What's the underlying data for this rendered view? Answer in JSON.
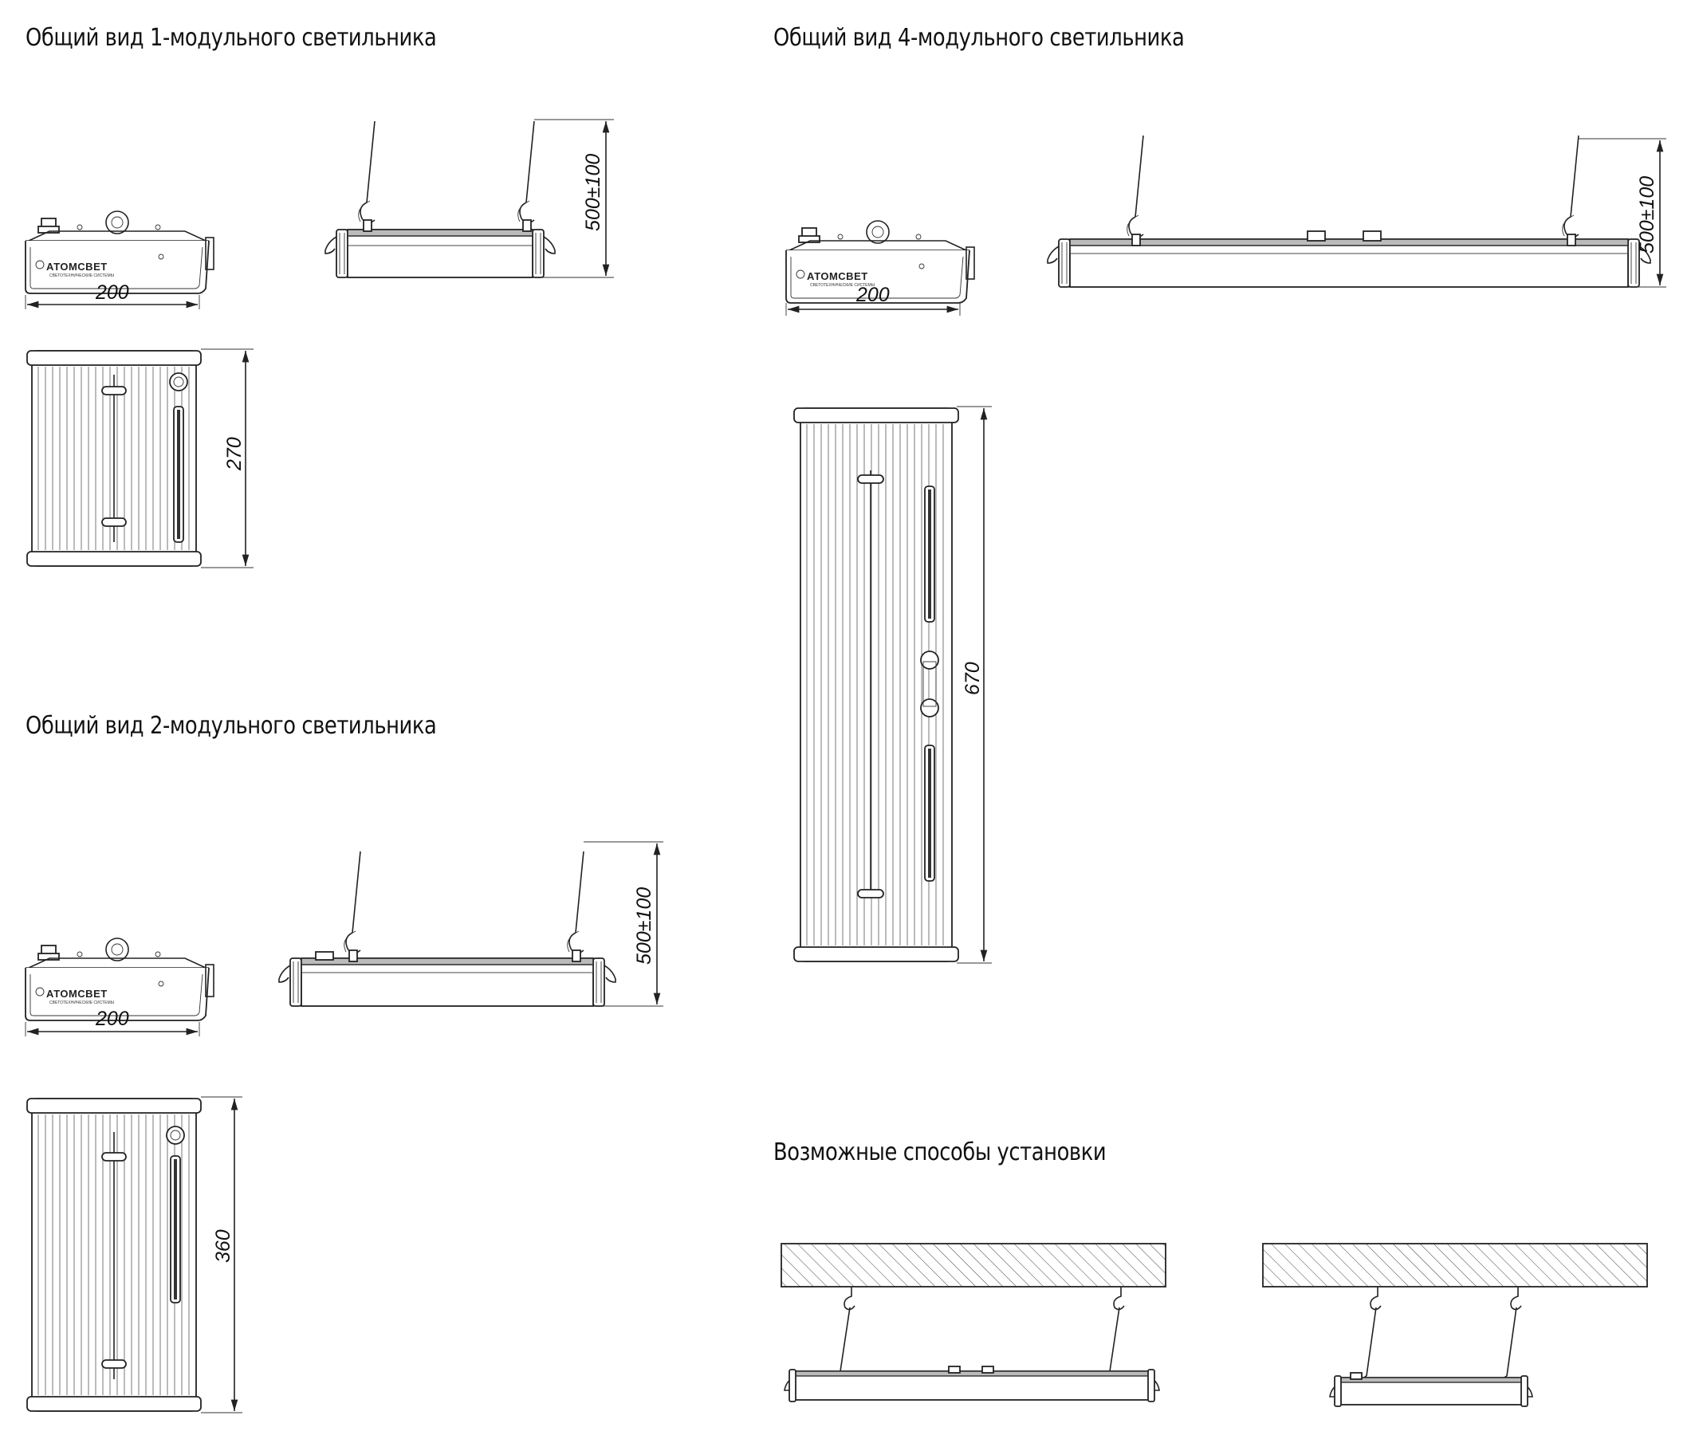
{
  "headings": {
    "one_module": "Общий вид 1-модульного светильника",
    "four_module": "Общий вид 4-модульного светильника",
    "two_module": "Общий вид 2-модульного светильника",
    "mounting": "Возможные способы установки"
  },
  "dimensions": {
    "width_end_view": "200",
    "suspension_length": "500±100",
    "length_1_module": "270",
    "length_2_module": "360",
    "length_4_module": "670"
  },
  "logo": {
    "brand": "АТОМСВЕТ",
    "tagline": "СВЕТОТЕХНИЧЕСКИЕ СИСТЕМЫ"
  }
}
